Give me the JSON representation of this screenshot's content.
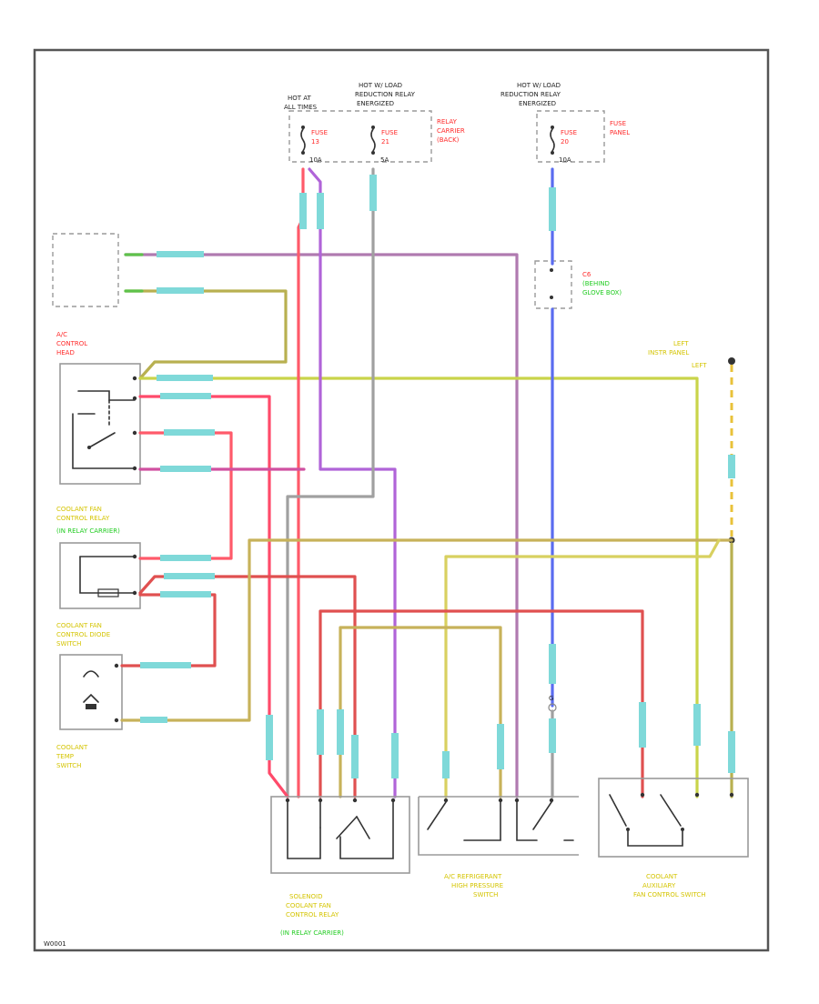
{
  "diagram": {
    "hot_labels": [
      {
        "id": "hot1",
        "lines": [
          "HOT AT",
          "ALL TIMES"
        ]
      },
      {
        "id": "hot2",
        "lines": [
          "HOT W/ LOAD",
          "REDUCTION RELAY",
          "ENERGIZED"
        ]
      },
      {
        "id": "hot3",
        "lines": [
          "HOT W/ LOAD",
          "REDUCTION RELAY",
          "ENERGIZED"
        ]
      }
    ],
    "fuse_labels": [
      {
        "id": "fuse1",
        "lines": [
          "FUSE",
          "13"
        ],
        "rating": "10A"
      },
      {
        "id": "fuse2",
        "lines": [
          "FUSE",
          "21"
        ],
        "rating": "5A"
      },
      {
        "id": "fuse3",
        "lines": [
          "FUSE",
          "20"
        ],
        "rating": "10A"
      }
    ],
    "location_labels": [
      {
        "id": "relay-carrier",
        "lines": [
          "RELAY",
          "CARRIER",
          "(BACK)"
        ]
      },
      {
        "id": "fuse-panel",
        "lines": [
          "FUSE",
          "PANEL"
        ]
      }
    ],
    "component_labels": {
      "ac_control_head": [
        "A/C",
        "CONTROL",
        "HEAD"
      ],
      "coolant_fan_control_relay": [
        "COOLANT FAN",
        "CONTROL RELAY"
      ],
      "coolant_fan_control_relay_loc": "(IN RELAY CARRIER)",
      "coolant_fan_control_diode_switch": [
        "COOLANT FAN",
        "CONTROL DIODE",
        "SWITCH"
      ],
      "coolant_temp_switch": [
        "COOLANT",
        "TEMP",
        "SWITCH"
      ],
      "c6_connector": [
        "C6",
        "(BEHIND",
        "GLOVE BOX)"
      ],
      "left_instrument_panel": [
        "LEFT",
        "INSTR PANEL"
      ],
      "left_ip_note": "LEFT",
      "g_mark": "G",
      "relay_bottom_1": [
        "SOLENOID",
        "COOLANT FAN",
        "CONTROL RELAY"
      ],
      "relay_bottom_1_loc": "(IN RELAY CARRIER)",
      "relay_bottom_2": [
        "A/C REFRIGERANT",
        "HIGH PRESSURE",
        "SWITCH"
      ],
      "relay_bottom_3": [
        "COOLANT",
        "AUXILIARY",
        "FAN CONTROL SWITCH"
      ]
    },
    "footer": "W0001",
    "colors": {
      "frame": "#555555",
      "red": "#ff3b3b",
      "pink": "#ff6b8a",
      "violet": "#b064d8",
      "olive": "#c7b25a",
      "yellow_green": "#c9d44a",
      "gray": "#a0a0a0",
      "blue": "#5a6cf0",
      "green": "#5ec24a",
      "teal": "#7fd9d9",
      "brown_red": "#d45a4a"
    }
  }
}
